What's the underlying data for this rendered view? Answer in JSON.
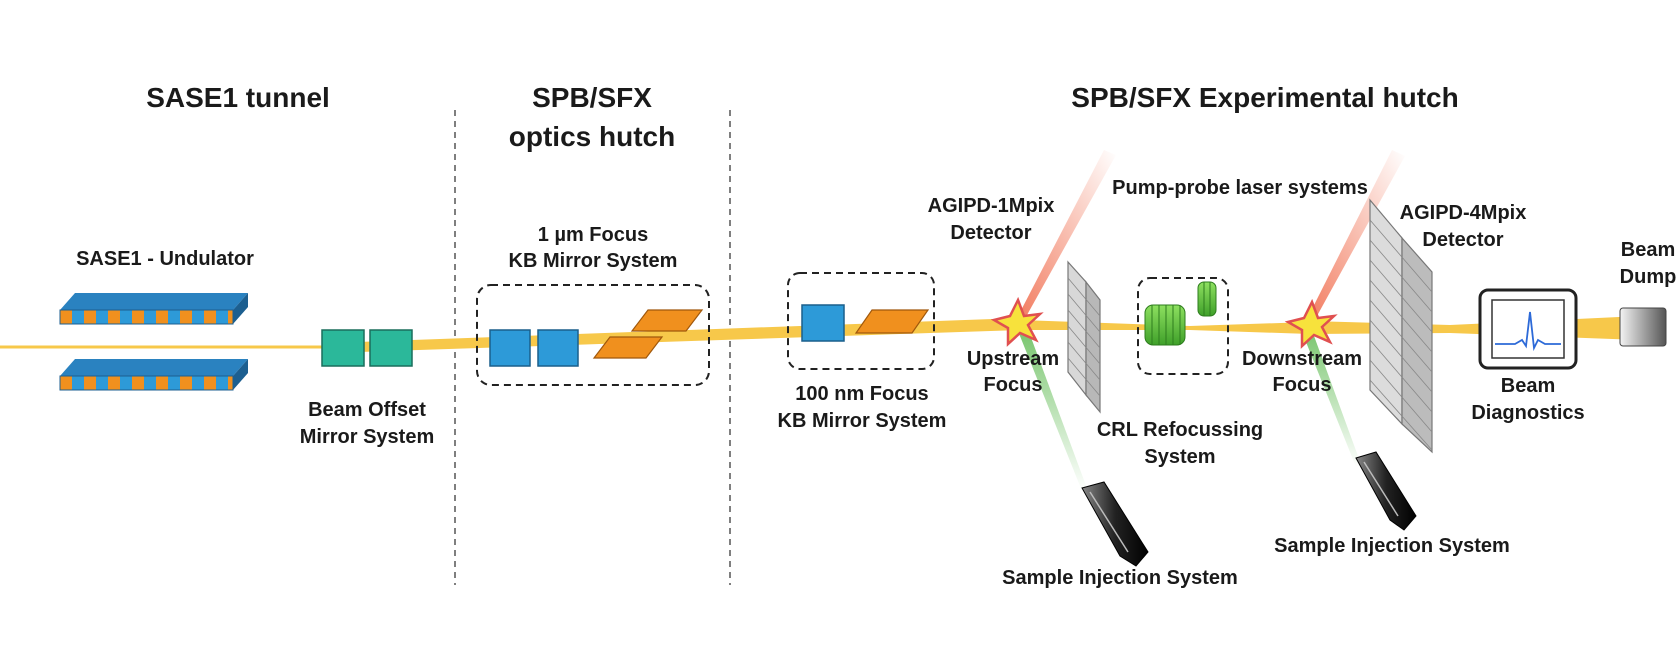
{
  "sections": {
    "tunnel": "SASE1 tunnel",
    "optics_line1": "SPB/SFX",
    "optics_line2": "optics hutch",
    "experimental": "SPB/SFX Experimental hutch"
  },
  "labels": {
    "undulator": "SASE1 - Undulator",
    "beam_offset_1": "Beam Offset",
    "beam_offset_2": "Mirror System",
    "kb1_1": "1 µm Focus",
    "kb1_2": "KB Mirror System",
    "kb100_1": "100 nm Focus",
    "kb100_2": "KB Mirror System",
    "agipd1_1": "AGIPD-1Mpix",
    "agipd1_2": "Detector",
    "pump_probe": "Pump-probe laser systems",
    "agipd4_1": "AGIPD-4Mpix",
    "agipd4_2": "Detector",
    "beam_dump_1": "Beam",
    "beam_dump_2": "Dump",
    "upstream_1": "Upstream",
    "upstream_2": "Focus",
    "downstream_1": "Downstream",
    "downstream_2": "Focus",
    "crl_1": "CRL Refocussing",
    "crl_2": "System",
    "diag_1": "Beam",
    "diag_2": "Diagnostics",
    "sample_inj_left": "Sample Injection System",
    "sample_inj_right": "Sample Injection System"
  },
  "colors": {
    "beam": "#f7c84a",
    "mirror_teal": "#2bb89a",
    "mirror_blue": "#2d9ad8",
    "mirror_orange": "#f0901e",
    "lens_green": "#5cc83a",
    "laser_red": "#f06a4a",
    "laser_green": "#6cc060",
    "dash": "#555555"
  }
}
